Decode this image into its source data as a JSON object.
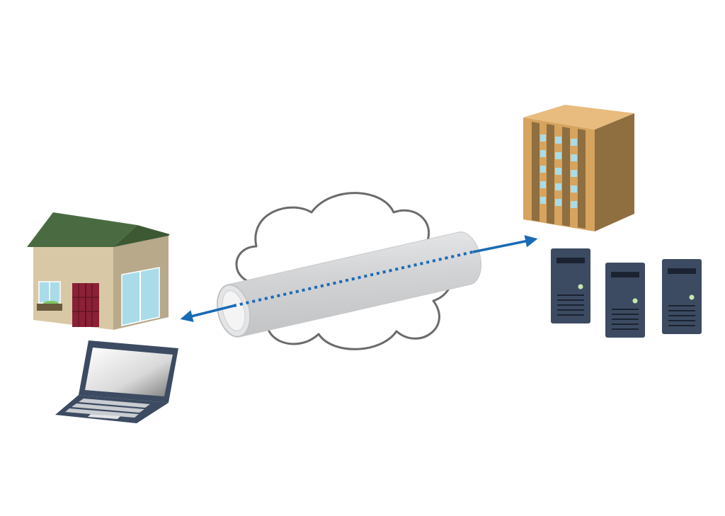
{
  "diagram": {
    "type": "vpn-tunnel",
    "nodes": [
      {
        "id": "home",
        "icon": "house-icon"
      },
      {
        "id": "laptop",
        "icon": "laptop-icon"
      },
      {
        "id": "internet",
        "icon": "cloud-icon"
      },
      {
        "id": "tunnel",
        "icon": "tunnel-pipe-icon"
      },
      {
        "id": "office",
        "icon": "office-building-icon"
      },
      {
        "id": "servers",
        "icon": "server-icon",
        "count": 3
      }
    ],
    "edges": [
      {
        "from": "home",
        "to": "office",
        "style": "dotted",
        "direction": "both",
        "through": "tunnel"
      }
    ],
    "colors": {
      "connection": "#1a6bb5",
      "cloud_stroke": "#6b6b6b",
      "pipe": "#d2d3d5",
      "roof": "#4a6b41",
      "house_wall": "#d8c8a6",
      "door": "#8b2036",
      "building_front": "#d6a45e",
      "building_side": "#8f6e40",
      "server": "#3c4b61",
      "laptop": "#3c4b61"
    }
  }
}
